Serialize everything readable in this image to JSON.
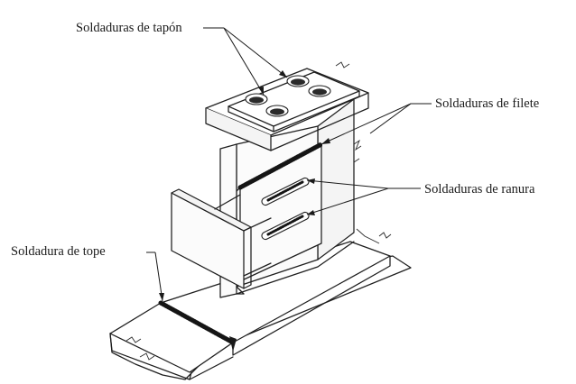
{
  "labels": {
    "plug_welds": "Soldaduras de tapón",
    "fillet_welds": "Soldaduras de filete",
    "slot_welds": "Soldaduras de ranura",
    "butt_weld": "Soldadura de tope"
  },
  "colors": {
    "line": "#1e1e1e",
    "weld": "#151515",
    "background": "#ffffff"
  }
}
